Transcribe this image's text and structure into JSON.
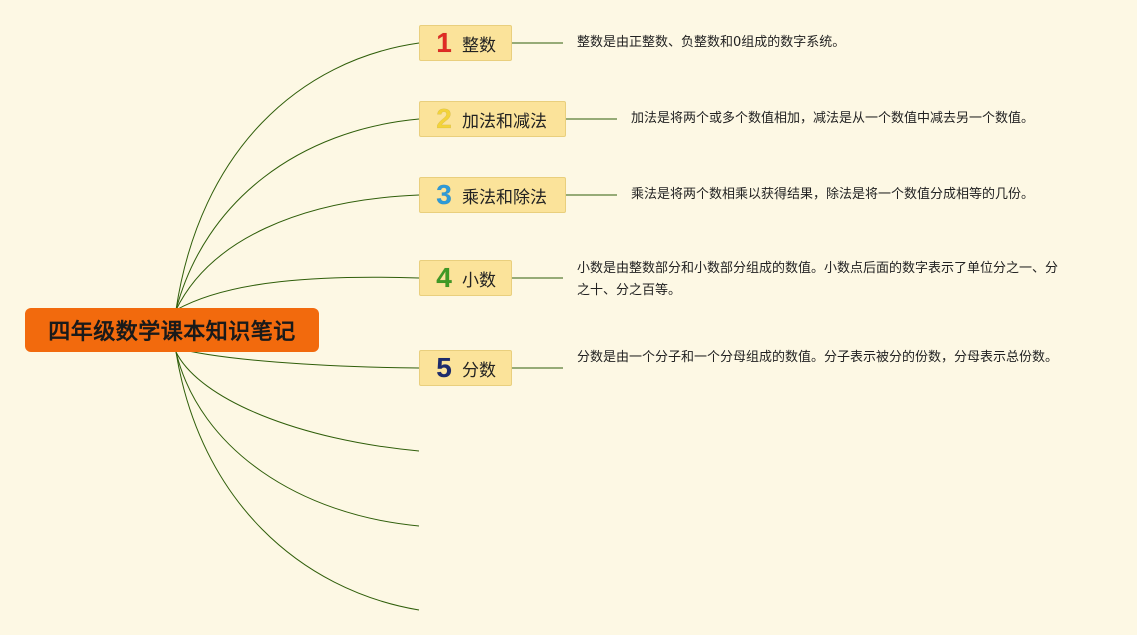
{
  "root": {
    "label": "四年级数学课本知识笔记",
    "color": "#f26a0d"
  },
  "line_color": "#2f5e0a",
  "topics": [
    {
      "number": "1",
      "number_color": "#e02c24",
      "label": "整数",
      "note": "整数是由正整数、负整数和0组成的数字系统。"
    },
    {
      "number": "2",
      "number_color": "#f3d33a",
      "label": "加法和减法",
      "note": "加法是将两个或多个数值相加，减法是从一个数值中减去另一个数值。"
    },
    {
      "number": "3",
      "number_color": "#2e9ad8",
      "label": "乘法和除法",
      "note": "乘法是将两个数相乘以获得结果，除法是将一个数值分成相等的几份。"
    },
    {
      "number": "4",
      "number_color": "#3f9a25",
      "label": "小数",
      "note": "小数是由整数部分和小数部分组成的数值。小数点后面的数字表示了单位分之一、分之十、分之百等。"
    },
    {
      "number": "5",
      "number_color": "#1c2b6e",
      "label": "分数",
      "note": "分数是由一个分子和一个分母组成的数值。分子表示被分的份数，分母表示总份数。"
    }
  ],
  "empty_branches": 3
}
